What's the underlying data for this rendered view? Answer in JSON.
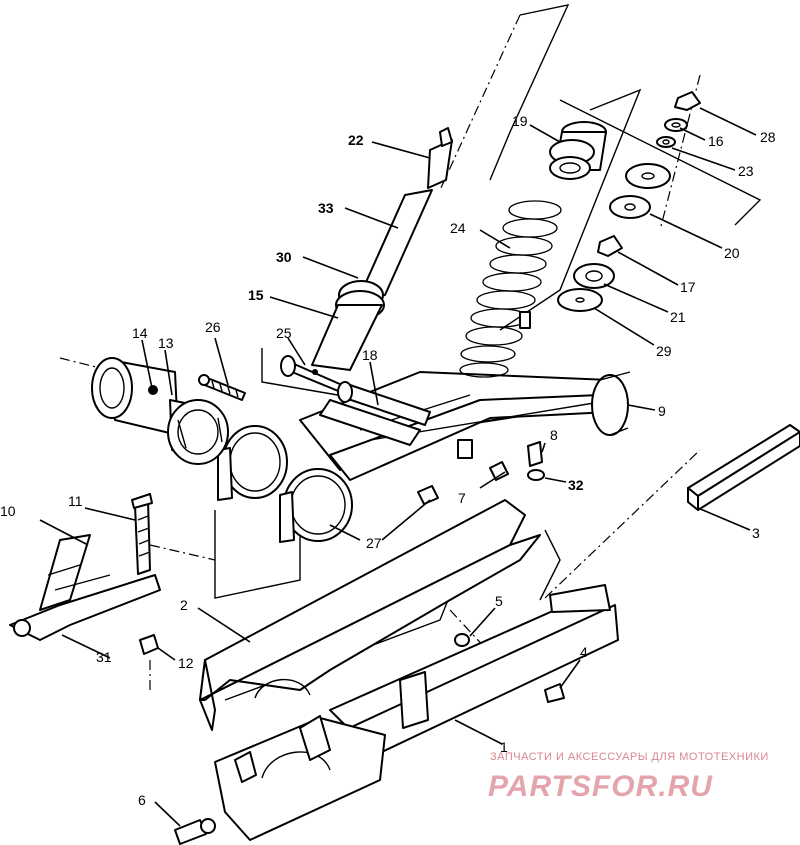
{
  "callouts": [
    {
      "id": "1",
      "text": "1",
      "bold": false
    },
    {
      "id": "2",
      "text": "2",
      "bold": false
    },
    {
      "id": "3",
      "text": "3",
      "bold": false
    },
    {
      "id": "4",
      "text": "4",
      "bold": false
    },
    {
      "id": "5",
      "text": "5",
      "bold": false
    },
    {
      "id": "6",
      "text": "6",
      "bold": false
    },
    {
      "id": "7",
      "text": "7",
      "bold": false
    },
    {
      "id": "8",
      "text": "8",
      "bold": false
    },
    {
      "id": "9",
      "text": "9",
      "bold": false
    },
    {
      "id": "10",
      "text": "10",
      "bold": false
    },
    {
      "id": "11",
      "text": "11",
      "bold": false
    },
    {
      "id": "12",
      "text": "12",
      "bold": false
    },
    {
      "id": "13",
      "text": "13",
      "bold": false
    },
    {
      "id": "14",
      "text": "14",
      "bold": false
    },
    {
      "id": "15",
      "text": "15",
      "bold": true
    },
    {
      "id": "16",
      "text": "16",
      "bold": false
    },
    {
      "id": "17",
      "text": "17",
      "bold": false
    },
    {
      "id": "18",
      "text": "18",
      "bold": false
    },
    {
      "id": "19",
      "text": "19",
      "bold": false
    },
    {
      "id": "20",
      "text": "20",
      "bold": false
    },
    {
      "id": "21",
      "text": "21",
      "bold": false
    },
    {
      "id": "22",
      "text": "22",
      "bold": true
    },
    {
      "id": "23",
      "text": "23",
      "bold": false
    },
    {
      "id": "24",
      "text": "24",
      "bold": false
    },
    {
      "id": "25",
      "text": "25",
      "bold": false
    },
    {
      "id": "26",
      "text": "26",
      "bold": false
    },
    {
      "id": "27",
      "text": "27",
      "bold": false
    },
    {
      "id": "28",
      "text": "28",
      "bold": false
    },
    {
      "id": "29",
      "text": "29",
      "bold": false
    },
    {
      "id": "30",
      "text": "30",
      "bold": true
    },
    {
      "id": "31",
      "text": "31",
      "bold": false
    },
    {
      "id": "32",
      "text": "32",
      "bold": true
    },
    {
      "id": "33",
      "text": "33",
      "bold": true
    }
  ],
  "watermark": {
    "tagline": "ЗАПЧАСТИ И АКСЕССУАРЫ ДЛЯ МОТОТЕХНИКИ",
    "logo": "PARTSFOR.RU",
    "color": "#e3a5ab"
  }
}
